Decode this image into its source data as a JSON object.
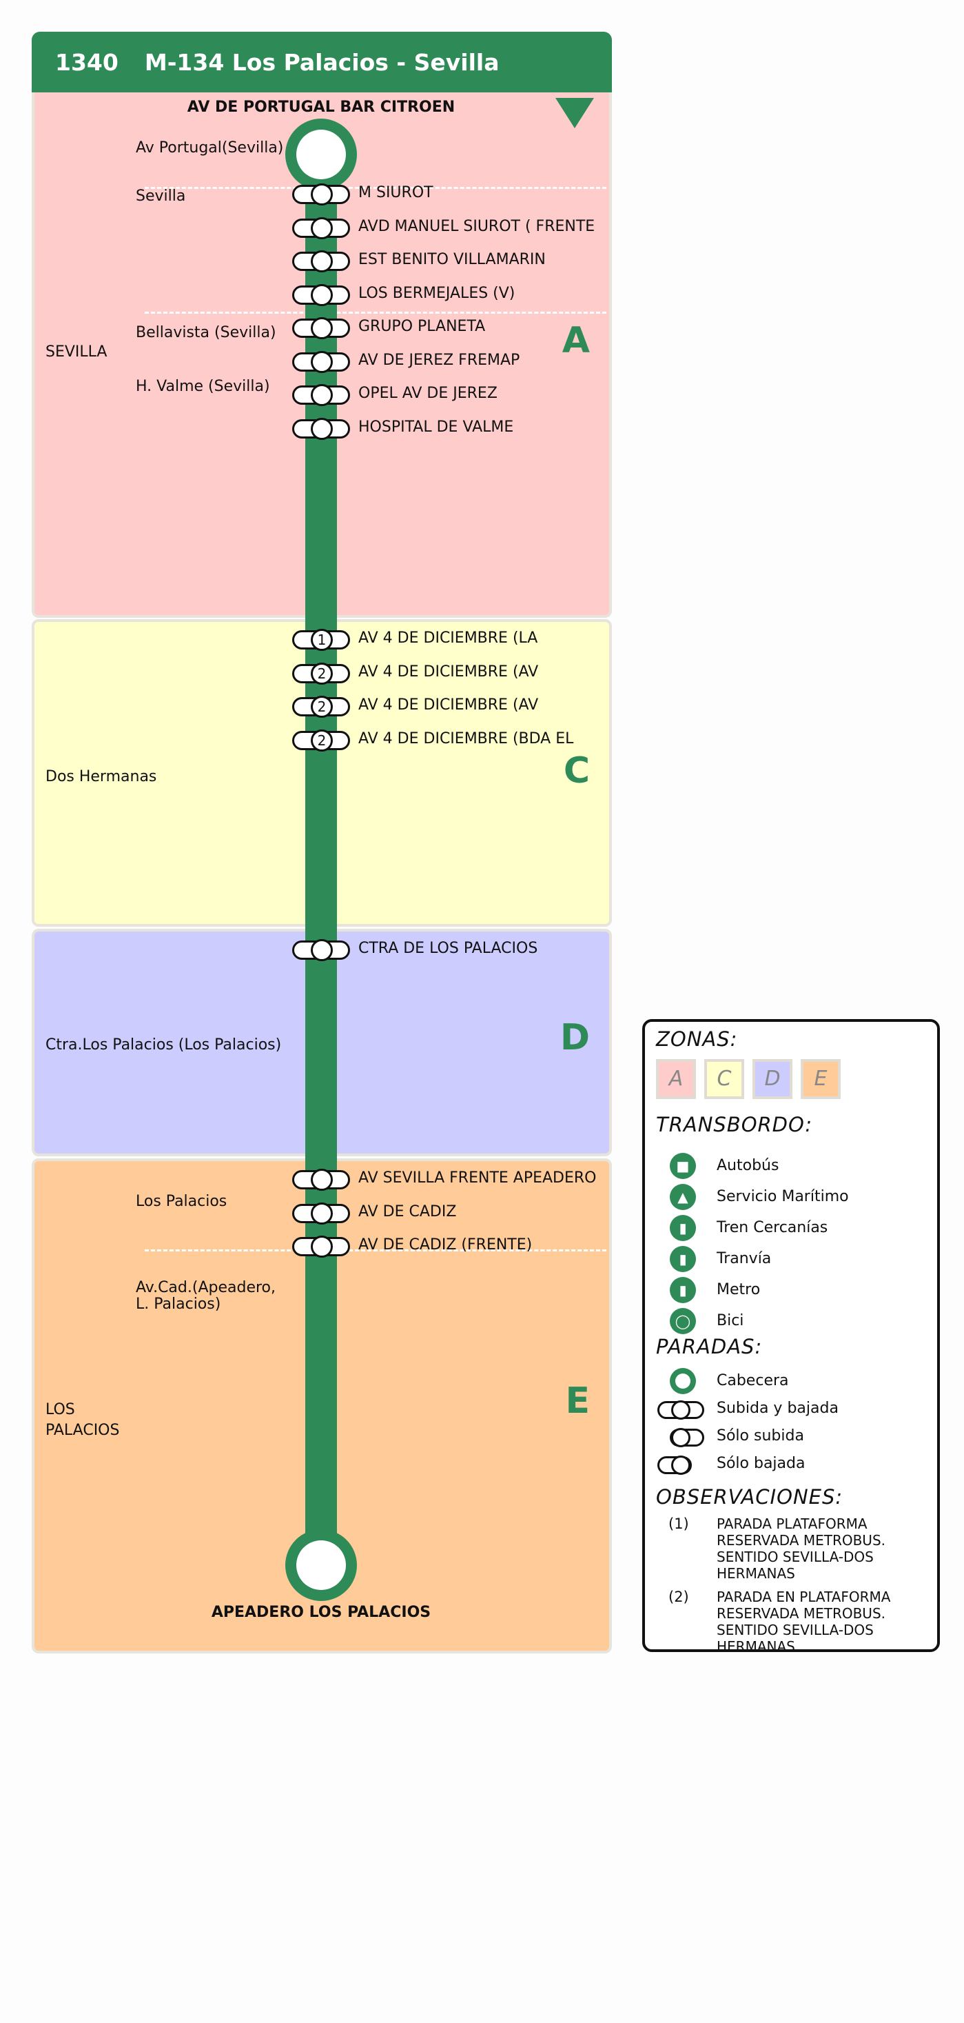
{
  "header": {
    "line_number": "1340",
    "line_name": "M-134 Los Palacios - Sevilla"
  },
  "colors": {
    "green": "#2e8b57",
    "zone_a": "#ffcccc",
    "zone_c": "#ffffcc",
    "zone_d": "#ccccff",
    "zone_e": "#ffcc99"
  },
  "origin": {
    "name": "AV DE PORTUGAL BAR CITROEN"
  },
  "destination": {
    "name": "APEADERO LOS PALACIOS"
  },
  "zones": [
    {
      "letter": "A",
      "municipality": "SEVILLA",
      "sublocalities": [
        "Av Portugal(Sevilla)",
        "Sevilla",
        "Bellavista (Sevilla)",
        "H. Valme (Sevilla)"
      ]
    },
    {
      "letter": "C",
      "municipality": "Dos Hermanas",
      "sublocalities": []
    },
    {
      "letter": "D",
      "municipality": "Ctra.Los Palacios (Los Palacios)",
      "sublocalities": []
    },
    {
      "letter": "E",
      "municipality": "LOS\nPALACIOS",
      "sublocalities": [
        "Los Palacios",
        "Av.Cad.(Apeadero,\nL. Palacios)"
      ]
    }
  ],
  "stops": [
    {
      "name": "M SIUROT",
      "note": ""
    },
    {
      "name": "AVD MANUEL SIUROT ( FRENTE",
      "note": ""
    },
    {
      "name": "EST BENITO VILLAMARIN",
      "note": ""
    },
    {
      "name": "LOS BERMEJALES (V)",
      "note": ""
    },
    {
      "name": "GRUPO PLANETA",
      "note": ""
    },
    {
      "name": "AV DE JEREZ FREMAP",
      "note": ""
    },
    {
      "name": "OPEL AV DE JEREZ",
      "note": ""
    },
    {
      "name": "HOSPITAL DE VALME",
      "note": ""
    },
    {
      "name": "AV 4 DE DICIEMBRE (LA",
      "note": "1"
    },
    {
      "name": "AV 4 DE DICIEMBRE (AV",
      "note": "2"
    },
    {
      "name": "AV 4 DE DICIEMBRE (AV",
      "note": "2"
    },
    {
      "name": "AV 4 DE DICIEMBRE (BDA EL",
      "note": "2"
    },
    {
      "name": "CTRA DE LOS PALACIOS",
      "note": ""
    },
    {
      "name": "AV SEVILLA FRENTE APEADERO",
      "note": ""
    },
    {
      "name": "AV DE CADIZ",
      "note": ""
    },
    {
      "name": "AV DE CADIZ (FRENTE)",
      "note": ""
    }
  ],
  "legend": {
    "zones_title": "ZONAS:",
    "zone_letters": [
      "A",
      "C",
      "D",
      "E"
    ],
    "transfer_title": "TRANSBORDO:",
    "transfers": [
      {
        "label": "Autobús",
        "icon": "bus-icon"
      },
      {
        "label": "Servicio Marítimo",
        "icon": "boat-icon"
      },
      {
        "label": "Tren Cercanías",
        "icon": "train-icon"
      },
      {
        "label": "Tranvía",
        "icon": "tram-icon"
      },
      {
        "label": "Metro",
        "icon": "metro-icon"
      },
      {
        "label": "Bici",
        "icon": "bike-icon"
      }
    ],
    "stops_title": "PARADAS:",
    "stop_types": [
      "Cabecera",
      "Subida y bajada",
      "Sólo subida",
      "Sólo bajada"
    ],
    "obs_title": "OBSERVACIONES:",
    "observations": [
      {
        "num": "(1)",
        "text": "PARADA PLATAFORMA RESERVADA METROBUS. SENTIDO SEVILLA-DOS HERMANAS"
      },
      {
        "num": "(2)",
        "text": "PARADA EN PLATAFORMA RESERVADA METROBUS. SENTIDO SEVILLA-DOS HERMANAS"
      }
    ]
  }
}
